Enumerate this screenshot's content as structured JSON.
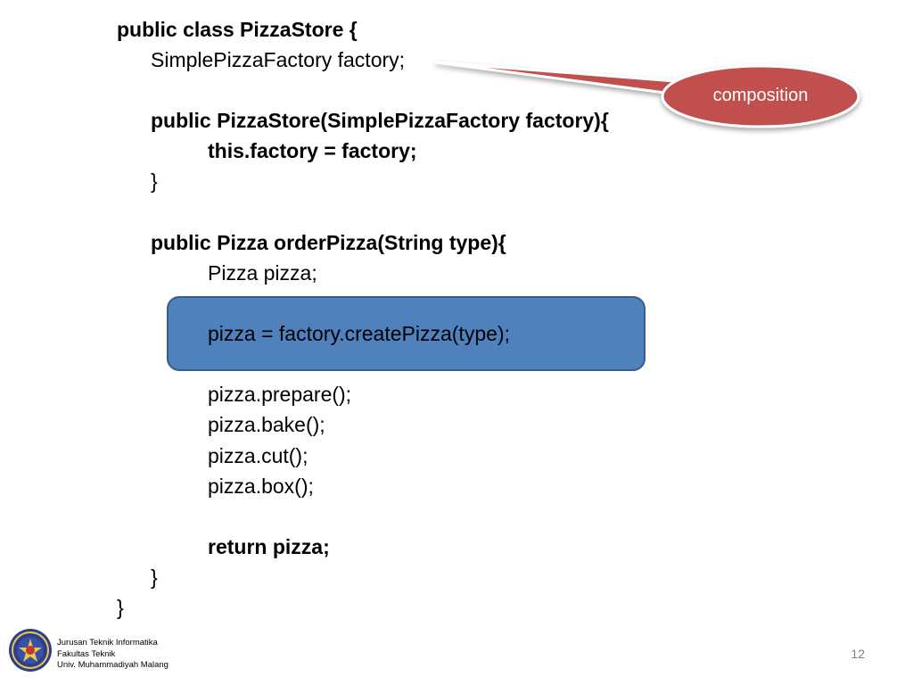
{
  "slide": {
    "code_lines": [
      "public class PizzaStore {",
      "SimplePizzaFactory factory;",
      "public PizzaStore(SimplePizzaFactory factory){",
      "this.factory = factory;",
      "}",
      "public Pizza orderPizza(String type){",
      "Pizza pizza;",
      "pizza = factory.createPizza(type);",
      "pizza.prepare();",
      "pizza.bake();",
      "pizza.cut();",
      "pizza.box();",
      "return pizza;",
      "}",
      "}"
    ],
    "callout": {
      "label": "composition",
      "color": "#c0504d"
    },
    "highlight_color": "#4f81bd",
    "footer": {
      "line1": "Jurusan Teknik Informatika",
      "line2": "Fakultas Teknik",
      "line3": "Univ. Muhammadiyah Malang",
      "logo_icon": "university-seal-icon"
    },
    "page_number": "12"
  }
}
